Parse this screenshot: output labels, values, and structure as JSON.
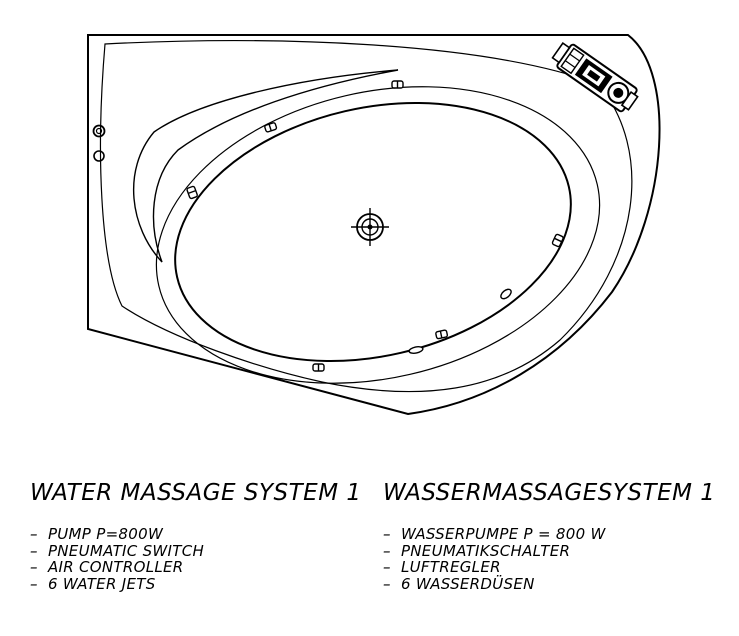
{
  "legend": {
    "english": {
      "title": "WATER MASSAGE SYSTEM 1",
      "items": [
        "PUMP P=800W",
        "PNEUMATIC SWITCH",
        "AIR CONTROLLER",
        "6 WATER JETS"
      ]
    },
    "german": {
      "title": "WASSERMASSAGESYSTEM 1",
      "items": [
        "WASSERPUMPE P = 800 W",
        "PNEUMATIKSCHALTER",
        "LUFTREGLER",
        "6 WASSERDÜSEN"
      ]
    }
  },
  "colors": {
    "line": "#000000",
    "background": "#ffffff"
  }
}
